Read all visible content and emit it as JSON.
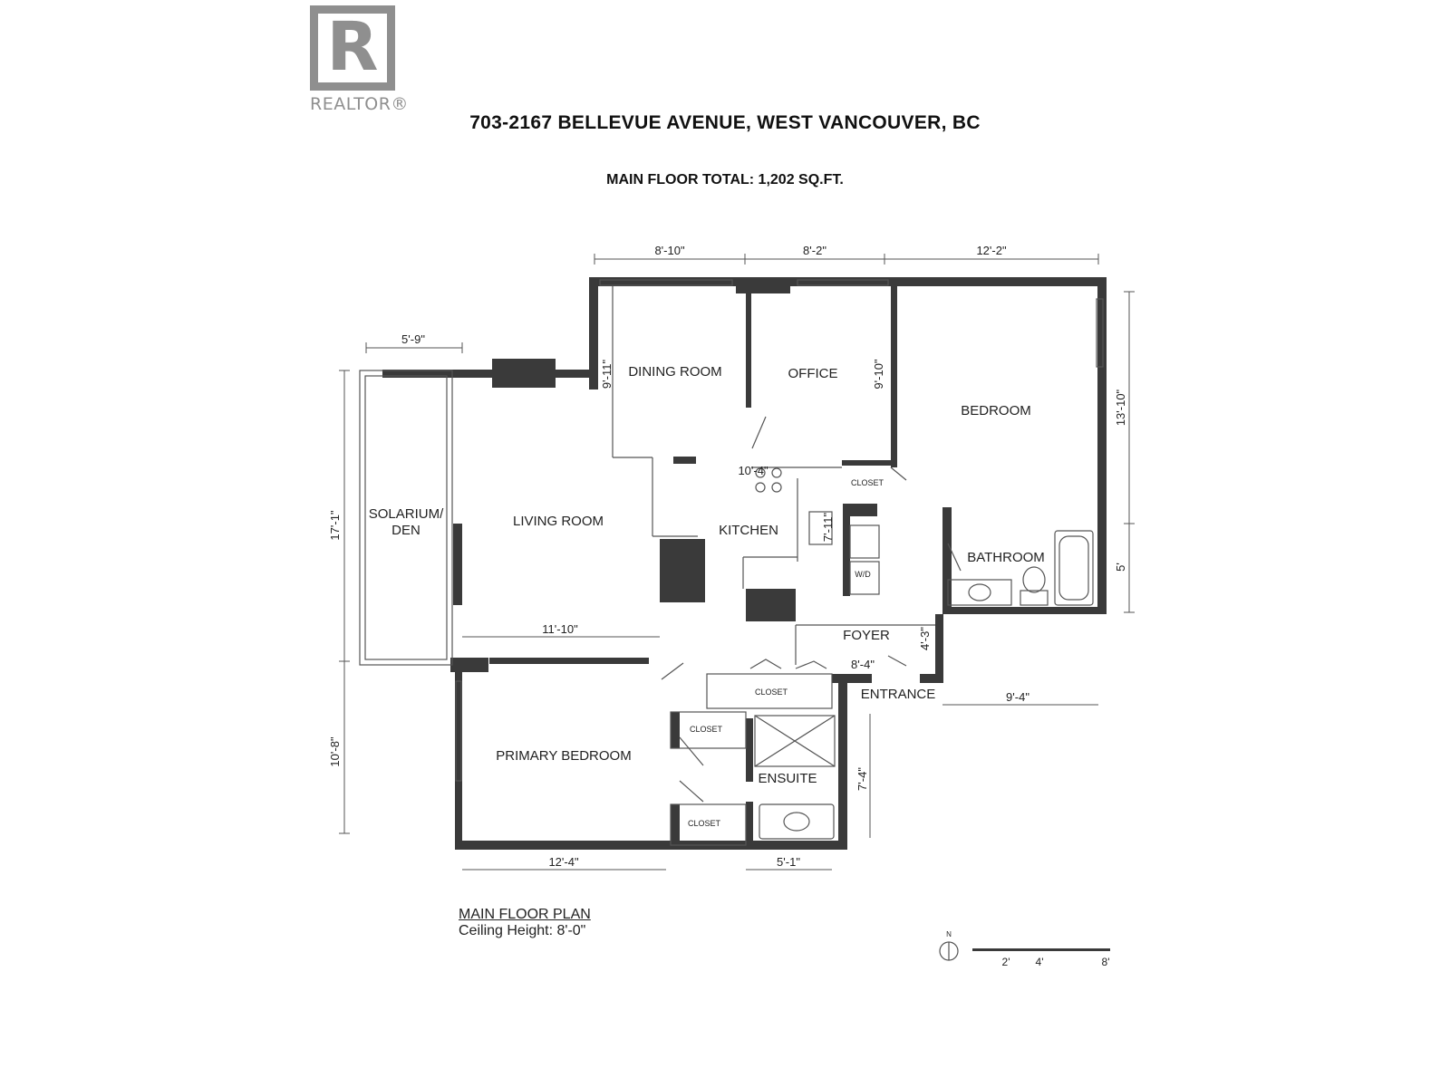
{
  "logo": {
    "text": "REALTOR®",
    "glyph": "R"
  },
  "header": {
    "address": "703-2167 BELLEVUE AVENUE, WEST VANCOUVER, BC",
    "total": "MAIN FLOOR TOTAL:  1,202 SQ.FT."
  },
  "rooms": {
    "dining": "DINING ROOM",
    "office": "OFFICE",
    "bedroom": "BEDROOM",
    "solarium_line1": "SOLARIUM/",
    "solarium_line2": "DEN",
    "living": "LIVING ROOM",
    "kitchen": "KITCHEN",
    "bathroom": "BATHROOM",
    "foyer": "FOYER",
    "entrance": "ENTRANCE",
    "primary": "PRIMARY BEDROOM",
    "ensuite": "ENSUITE",
    "closet": "CLOSET",
    "wd": "W/D"
  },
  "dimensions": {
    "dining_w": "8'-10\"",
    "office_w": "8'-2\"",
    "bedroom_w": "12'-2\"",
    "solarium_w": "5'-9\"",
    "dining_h": "9'-11\"",
    "office_h": "9'-10\"",
    "bedroom_h": "13'-10\"",
    "bathroom_h": "5'",
    "kitchen_w": "10'-4\"",
    "kitchen_h": "7'-11\"",
    "living_h": "17'-1\"",
    "living_w": "11'-10\"",
    "foyer_h": "4'-3\"",
    "foyer_w": "8'-4\"",
    "entrance_w": "9'-4\"",
    "primary_h": "10'-8\"",
    "primary_w": "12'-4\"",
    "ensuite_w": "5'-1\"",
    "ensuite_h": "7'-4\""
  },
  "caption": {
    "title": "MAIN FLOOR PLAN",
    "ceiling": "Ceiling Height: 8'-0\""
  },
  "compass": {
    "north": "N"
  },
  "scale": {
    "labels": [
      "2'",
      "4'",
      "8'"
    ]
  },
  "colors": {
    "wall": "#3a3a3a",
    "line": "#555555",
    "logo": "#8f8f8f"
  }
}
